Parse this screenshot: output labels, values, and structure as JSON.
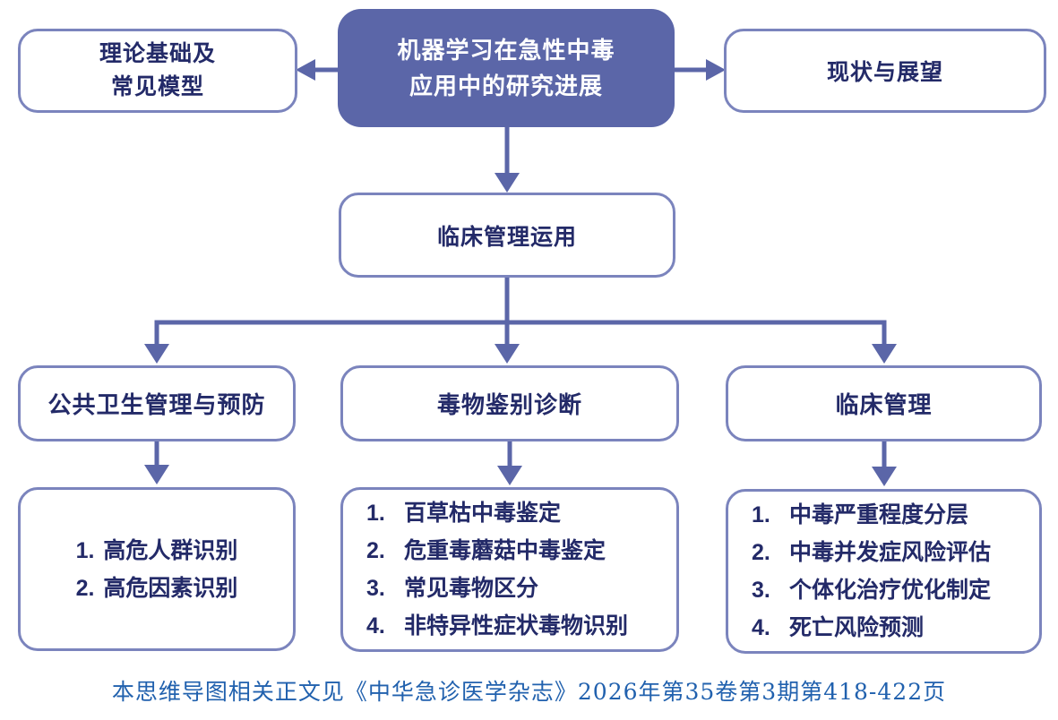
{
  "diagram": {
    "root": {
      "line1": "机器学习在急性中毒",
      "line2": "应用中的研究进展"
    },
    "theory": {
      "line1": "理论基础及",
      "line2": "常见模型"
    },
    "outlook": {
      "label": "现状与展望"
    },
    "clinical_use": {
      "label": "临床管理运用"
    },
    "branches": [
      {
        "title": "公共卫生管理与预防",
        "items": [
          {
            "num": "1.",
            "text": "高危人群识别"
          },
          {
            "num": "2.",
            "text": "高危因素识别"
          }
        ]
      },
      {
        "title": "毒物鉴别诊断",
        "items": [
          {
            "num": "1.",
            "text": "百草枯中毒鉴定"
          },
          {
            "num": "2.",
            "text": "危重毒蘑菇中毒鉴定"
          },
          {
            "num": "3.",
            "text": "常见毒物区分"
          },
          {
            "num": "4.",
            "text": "非特异性症状毒物识别"
          }
        ]
      },
      {
        "title": "临床管理",
        "items": [
          {
            "num": "1.",
            "text": "中毒严重程度分层"
          },
          {
            "num": "2.",
            "text": "中毒并发症风险评估"
          },
          {
            "num": "3.",
            "text": "个体化治疗优化制定"
          },
          {
            "num": "4.",
            "text": "死亡风险预测"
          }
        ]
      }
    ],
    "footer": "本思维导图相关正文见《中华急诊医学杂志》2026年第35卷第3期第418-422页",
    "colors": {
      "node_fill": "#5b66a8",
      "node_border": "#7b84bd",
      "text": "#232a68",
      "footer_text": "#2161ae"
    }
  }
}
